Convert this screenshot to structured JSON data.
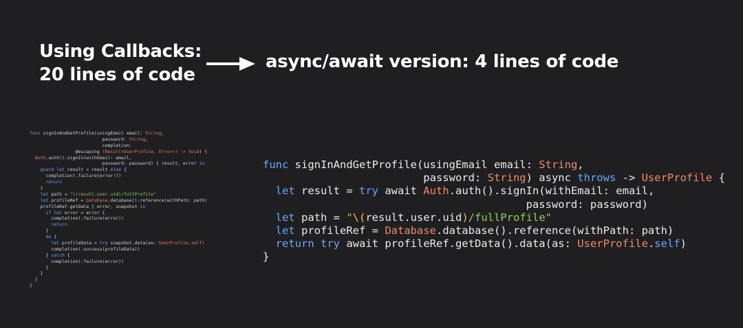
{
  "heading_left": {
    "line1": "Using Callbacks:",
    "line2": "20 lines of code"
  },
  "heading_right": "async/await version: 4 lines of code",
  "icons": {
    "arrow": "arrow-right-icon"
  },
  "callback_code": [
    [
      [
        "func ",
        "kw"
      ],
      [
        "signInAndGetProfile(usingEmail email",
        "pl"
      ],
      [
        ": ",
        "pl"
      ],
      [
        "String",
        "ty"
      ],
      [
        ",",
        "pl"
      ]
    ],
    [
      [
        "                           password",
        "pl"
      ],
      [
        ": ",
        "pl"
      ],
      [
        "String",
        "ty"
      ],
      [
        ",",
        "pl"
      ]
    ],
    [
      [
        "                           completion",
        "pl"
      ],
      [
        ":",
        "pl"
      ]
    ],
    [
      [
        "                 @escaping ",
        "pl"
      ],
      [
        "(Result<UserProfile, Error>) -> Void",
        "ty"
      ],
      [
        ") {",
        "pl"
      ]
    ],
    [
      [
        "  ",
        "pl"
      ],
      [
        "Auth",
        "ty"
      ],
      [
        ".auth().signIn(withEmail: email,",
        "pl"
      ]
    ],
    [
      [
        "                           password: password) { result, error ",
        "pl"
      ],
      [
        "in",
        "kw"
      ]
    ],
    [
      [
        "    ",
        "pl"
      ],
      [
        "guard let ",
        "kw"
      ],
      [
        "result = result ",
        "pl"
      ],
      [
        "else ",
        "kw"
      ],
      [
        "{",
        "pl"
      ]
    ],
    [
      [
        "      completion(.failure(error!))",
        "pl"
      ]
    ],
    [
      [
        "      ",
        "pl"
      ],
      [
        "return",
        "kw"
      ]
    ],
    [
      [
        "    }",
        "pl"
      ]
    ],
    [
      [
        "    ",
        "pl"
      ],
      [
        "let ",
        "kw"
      ],
      [
        "path = ",
        "pl"
      ],
      [
        "\"\\(result.user.uid)/fullProfile\"",
        "str"
      ]
    ],
    [
      [
        "    ",
        "pl"
      ],
      [
        "let ",
        "kw"
      ],
      [
        "profileRef = ",
        "pl"
      ],
      [
        "Database",
        "ty"
      ],
      [
        ".database().reference(withPath: path)",
        "pl"
      ]
    ],
    [
      [
        "    profileRef.getData { error, snapshot ",
        "pl"
      ],
      [
        "in",
        "kw"
      ]
    ],
    [
      [
        "      ",
        "pl"
      ],
      [
        "if let ",
        "kw"
      ],
      [
        "error = error {",
        "pl"
      ]
    ],
    [
      [
        "        completion(.failure(error))",
        "pl"
      ]
    ],
    [
      [
        "        ",
        "pl"
      ],
      [
        "return",
        "kw"
      ]
    ],
    [
      [
        "      }",
        "pl"
      ]
    ],
    [
      [
        "      ",
        "pl"
      ],
      [
        "do ",
        "kw"
      ],
      [
        "{",
        "pl"
      ]
    ],
    [
      [
        "        ",
        "pl"
      ],
      [
        "let ",
        "kw"
      ],
      [
        "profileData = ",
        "pl"
      ],
      [
        "try ",
        "kw"
      ],
      [
        "snapshot.data(as: ",
        "pl"
      ],
      [
        "UserProfile",
        "ty"
      ],
      [
        ".self)",
        "ty"
      ]
    ],
    [
      [
        "        completion(.success(profileData))",
        "pl"
      ]
    ],
    [
      [
        "      } ",
        "pl"
      ],
      [
        "catch ",
        "kw"
      ],
      [
        "{",
        "pl"
      ]
    ],
    [
      [
        "        completion(.failure(error))",
        "pl"
      ]
    ],
    [
      [
        "      }",
        "pl"
      ]
    ],
    [
      [
        "    }",
        "pl"
      ]
    ],
    [
      [
        "  }",
        "pl"
      ]
    ],
    [
      [
        "}",
        "pl"
      ]
    ]
  ],
  "async_code": [
    [
      [
        "func ",
        "kw"
      ],
      [
        "signInAndGetProfile(usingEmail email",
        "pl"
      ],
      [
        ": ",
        "pl"
      ],
      [
        "String",
        "ty"
      ],
      [
        ",",
        "pl"
      ]
    ],
    [
      [
        "                         password",
        "pl"
      ],
      [
        ": ",
        "pl"
      ],
      [
        "String",
        "ty"
      ],
      [
        ") async ",
        "pl"
      ],
      [
        "throws ",
        "kw"
      ],
      [
        "-> ",
        "pl"
      ],
      [
        "UserProfile",
        "ty"
      ],
      [
        " {",
        "pl"
      ]
    ],
    [
      [
        "  ",
        "pl"
      ],
      [
        "let ",
        "kw"
      ],
      [
        "result = ",
        "pl"
      ],
      [
        "try ",
        "kw"
      ],
      [
        "await ",
        "pl"
      ],
      [
        "Auth",
        "ty"
      ],
      [
        ".auth().signIn(withEmail: email,",
        "pl"
      ]
    ],
    [
      [
        "                                         password: password)",
        "pl"
      ]
    ],
    [
      [
        "  ",
        "pl"
      ],
      [
        "let ",
        "kw"
      ],
      [
        "path = ",
        "pl"
      ],
      [
        "\"",
        "str"
      ],
      [
        "\\(",
        "interp"
      ],
      [
        "result.user.uid",
        "pl"
      ],
      [
        ")",
        "interp"
      ],
      [
        "/fullProfile\"",
        "str"
      ]
    ],
    [
      [
        "  ",
        "pl"
      ],
      [
        "let ",
        "kw"
      ],
      [
        "profileRef = ",
        "pl"
      ],
      [
        "Database",
        "ty"
      ],
      [
        ".database().reference(withPath: path)",
        "pl"
      ]
    ],
    [
      [
        "  ",
        "pl"
      ],
      [
        "return ",
        "kw"
      ],
      [
        "try ",
        "kw"
      ],
      [
        "await ",
        "pl"
      ],
      [
        "profileRef.getData().data(as: ",
        "pl"
      ],
      [
        "UserProfile",
        "ty"
      ],
      [
        ".",
        "pl"
      ],
      [
        "self",
        "kw"
      ],
      [
        ")",
        "pl"
      ]
    ],
    [
      [
        "}",
        "pl"
      ]
    ]
  ]
}
